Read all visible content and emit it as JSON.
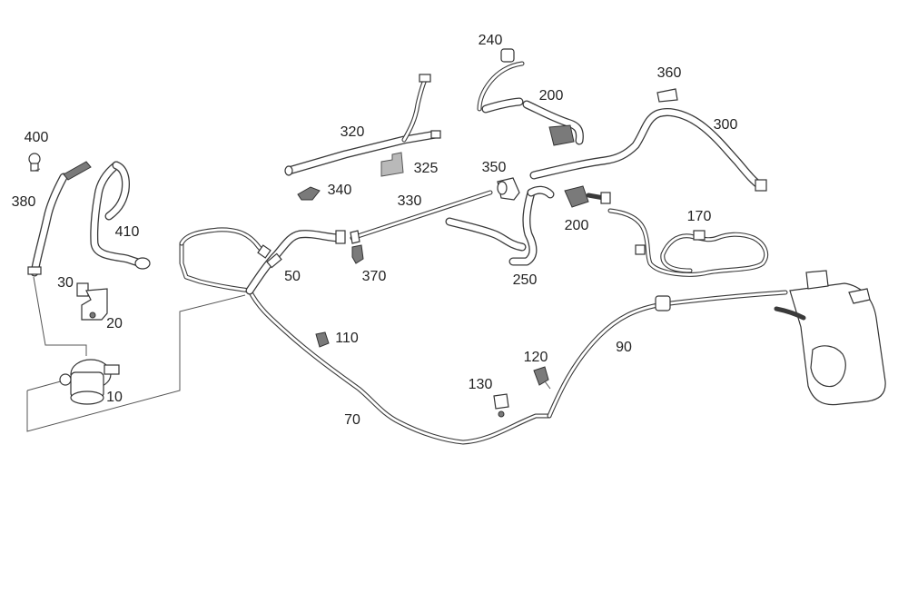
{
  "diagram": {
    "labels": {
      "p10": "10",
      "p20": "20",
      "p30": "30",
      "p50": "50",
      "p70": "70",
      "p90": "90",
      "p110": "110",
      "p120": "120",
      "p130": "130",
      "p170": "170",
      "p200a": "200",
      "p200b": "200",
      "p240": "240",
      "p250": "250",
      "p300": "300",
      "p320": "320",
      "p325": "325",
      "p330": "330",
      "p340": "340",
      "p350": "350",
      "p360": "360",
      "p370": "370",
      "p380": "380",
      "p400": "400",
      "p410": "410"
    },
    "colors": {
      "line": "#3a3a3a",
      "label": "#222222",
      "highlight_part": "#b9b9b9"
    }
  }
}
